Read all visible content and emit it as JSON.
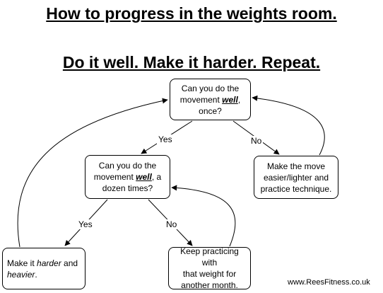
{
  "title": {
    "line1": "How to progress in the weights room.",
    "line2": "Do it well.  Make it harder.  Repeat."
  },
  "nodes": {
    "q1": {
      "pre": "Can you do the",
      "mid_pre": "movement ",
      "emph": "well",
      "mid_post": ",",
      "post": "once?"
    },
    "q2": {
      "pre": "Can you do the",
      "mid_pre": "movement ",
      "emph": "well",
      "mid_post": ", a",
      "post": "dozen times?"
    },
    "easier": {
      "line1": "Make the move",
      "line2": "easier/lighter and",
      "line3": "practice technique."
    },
    "harder": {
      "pre": "Make it ",
      "emph1": "harder",
      "mid": " and",
      "emph2": "heavier",
      "post": "."
    },
    "keep": {
      "line1": "Keep practicing with",
      "line2": "that weight for",
      "line3": "another month."
    }
  },
  "edge_labels": {
    "yes1": "Yes",
    "no1": "No",
    "yes2": "Yes",
    "no2": "No"
  },
  "footer": "www.ReesFitness.co.uk",
  "colors": {
    "stroke": "#000000",
    "background": "#ffffff"
  }
}
